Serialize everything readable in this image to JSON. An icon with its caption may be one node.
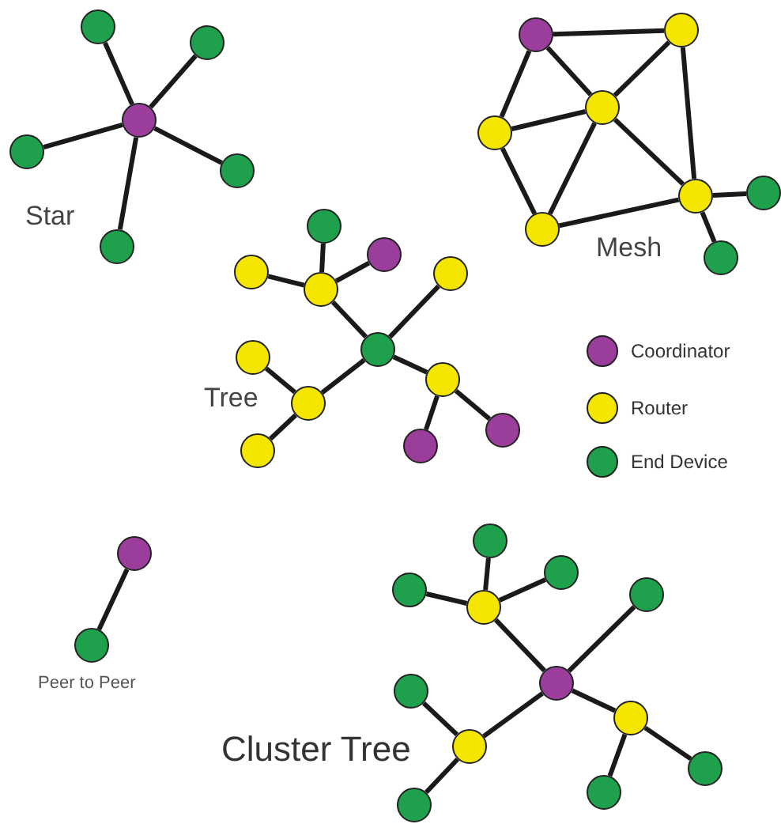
{
  "diagram": {
    "nodes": [
      {
        "text": [],
        "shape": "circle"
      },
      {
        "text": [],
        "shape": "circle"
      },
      {
        "text": [],
        "shape": "circle"
      },
      {
        "text": [],
        "shape": "circle"
      },
      {
        "text": [],
        "shape": "circle"
      },
      {
        "text": [],
        "shape": "circle"
      },
      {
        "text": [],
        "shape": "circle"
      },
      {
        "text": [],
        "shape": "circle"
      },
      {
        "text": [],
        "shape": "circle"
      },
      {
        "text": [],
        "shape": "circle"
      },
      {
        "text": [],
        "shape": "circle"
      },
      {
        "text": [],
        "shape": "circle"
      },
      {
        "text": [],
        "shape": "circle"
      },
      {
        "text": [],
        "shape": "circle"
      },
      {
        "text": [],
        "shape": "circle"
      },
      {
        "text": [],
        "shape": "circle"
      },
      {
        "text": [],
        "shape": "circle"
      },
      {
        "text": [],
        "shape": "circle"
      },
      {
        "text": [],
        "shape": "circle"
      },
      {
        "text": [],
        "shape": "circle"
      },
      {
        "text": [],
        "shape": "circle"
      },
      {
        "text": [],
        "shape": "circle"
      },
      {
        "text": [],
        "shape": "circle"
      },
      {
        "text": [],
        "shape": "circle"
      },
      {
        "text": [],
        "shape": "circle"
      },
      {
        "text": [],
        "shape": "circle"
      },
      {
        "text": [],
        "shape": "circle"
      },
      {
        "text": [],
        "shape": "circle"
      },
      {
        "text": [],
        "shape": "circle"
      },
      {
        "text": [],
        "shape": "circle"
      },
      {
        "text": [],
        "shape": "circle"
      },
      {
        "text": [],
        "shape": "circle"
      },
      {
        "text": [],
        "shape": "circle"
      },
      {
        "text": [],
        "shape": "circle"
      },
      {
        "text": [],
        "shape": "circle"
      },
      {
        "text": [],
        "shape": "circle"
      },
      {
        "text": [],
        "shape": "circle"
      },
      {
        "text": [],
        "shape": "circle"
      },
      {
        "text": [],
        "shape": "circle"
      },
      {
        "text": [],
        "shape": "circle"
      }
    ],
    "edges": [
      {
        "from": 2,
        "to": 0,
        "arrow": "none"
      },
      {
        "from": 2,
        "to": 1,
        "arrow": "none"
      },
      {
        "from": 2,
        "to": 3,
        "arrow": "none"
      },
      {
        "from": 2,
        "to": 4,
        "arrow": "none"
      },
      {
        "from": 2,
        "to": 5,
        "arrow": "none"
      },
      {
        "from": 6,
        "to": 7,
        "arrow": "none"
      },
      {
        "from": 6,
        "to": 8,
        "arrow": "none"
      },
      {
        "from": 6,
        "to": 9,
        "arrow": "none"
      },
      {
        "from": 7,
        "to": 8,
        "arrow": "none"
      },
      {
        "from": 7,
        "to": 10,
        "arrow": "none"
      },
      {
        "from": 9,
        "to": 8,
        "arrow": "none"
      },
      {
        "from": 9,
        "to": 11,
        "arrow": "none"
      },
      {
        "from": 8,
        "to": 11,
        "arrow": "none"
      },
      {
        "from": 8,
        "to": 10,
        "arrow": "none"
      },
      {
        "from": 11,
        "to": 10,
        "arrow": "none"
      },
      {
        "from": 10,
        "to": 12,
        "arrow": "none"
      },
      {
        "from": 10,
        "to": 13,
        "arrow": "none"
      },
      {
        "from": 19,
        "to": 17,
        "arrow": "none"
      },
      {
        "from": 17,
        "to": 14,
        "arrow": "none"
      },
      {
        "from": 17,
        "to": 15,
        "arrow": "none"
      },
      {
        "from": 17,
        "to": 16,
        "arrow": "none"
      },
      {
        "from": 19,
        "to": 18,
        "arrow": "none"
      },
      {
        "from": 19,
        "to": 22,
        "arrow": "none"
      },
      {
        "from": 22,
        "to": 24,
        "arrow": "none"
      },
      {
        "from": 22,
        "to": 25,
        "arrow": "none"
      },
      {
        "from": 19,
        "to": 21,
        "arrow": "none"
      },
      {
        "from": 21,
        "to": 20,
        "arrow": "none"
      },
      {
        "from": 21,
        "to": 23,
        "arrow": "none"
      },
      {
        "from": 26,
        "to": 27,
        "arrow": "none"
      },
      {
        "from": 33,
        "to": 32,
        "arrow": "none"
      },
      {
        "from": 32,
        "to": 28,
        "arrow": "none"
      },
      {
        "from": 32,
        "to": 29,
        "arrow": "none"
      },
      {
        "from": 32,
        "to": 30,
        "arrow": "none"
      },
      {
        "from": 33,
        "to": 31,
        "arrow": "none"
      },
      {
        "from": 33,
        "to": 36,
        "arrow": "none"
      },
      {
        "from": 36,
        "to": 37,
        "arrow": "none"
      },
      {
        "from": 36,
        "to": 38,
        "arrow": "none"
      },
      {
        "from": 33,
        "to": 35,
        "arrow": "none"
      },
      {
        "from": 35,
        "to": 34,
        "arrow": "none"
      },
      {
        "from": 35,
        "to": 39,
        "arrow": "none"
      }
    ],
    "labels": [
      "Star",
      "Mesh",
      "Tree",
      "Peer to Peer",
      "Cluster Tree"
    ],
    "legend": [
      {
        "text": "Coordinator",
        "color": "#9b3d9b"
      },
      {
        "text": "Router",
        "color": "#f5e600"
      },
      {
        "text": "End Device",
        "color": "#1ea04c"
      }
    ]
  }
}
